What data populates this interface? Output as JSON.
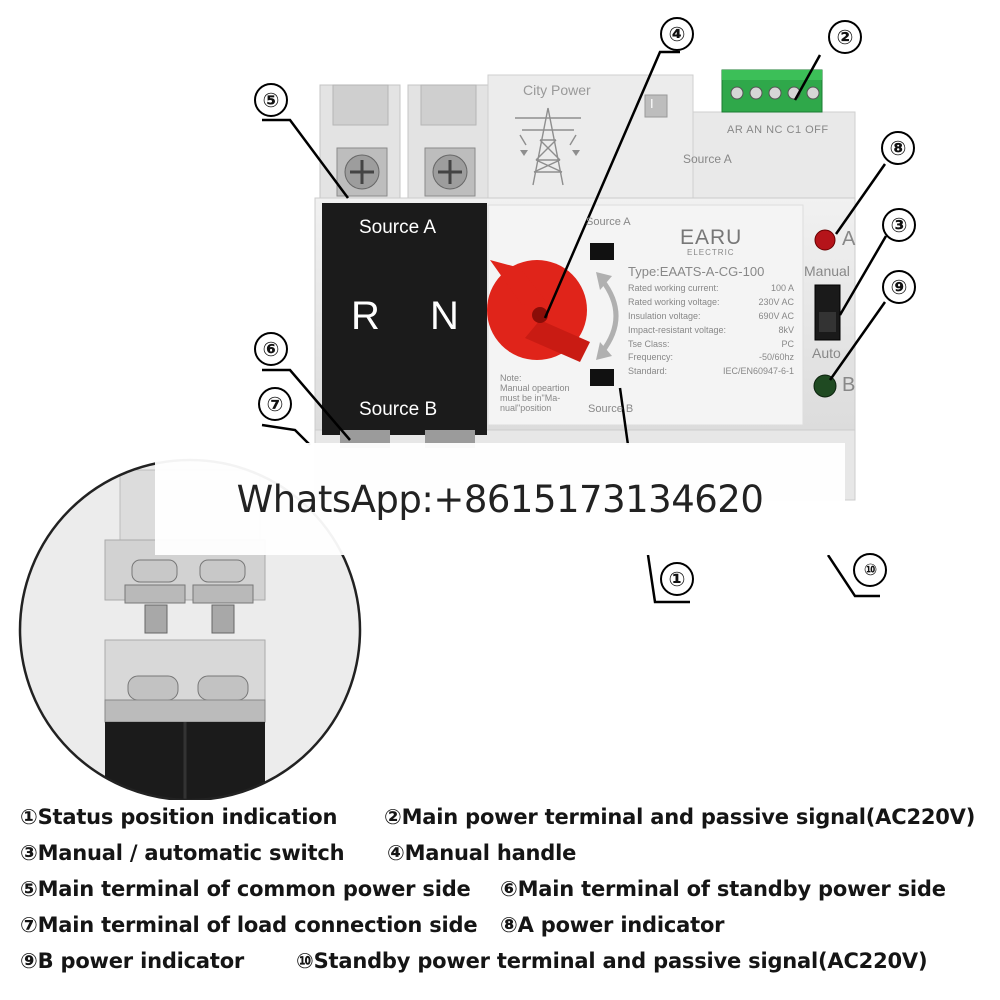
{
  "callouts": [
    "①",
    "②",
    "③",
    "④",
    "⑤",
    "⑥",
    "⑦",
    "⑧",
    "⑨",
    "⑩"
  ],
  "panel": {
    "city_power": "City Power",
    "roman_one": "I",
    "terminal_labels": "AR AN NC C1 OFF",
    "top_source_a": "Source A",
    "black_source_a": "Source A",
    "black_source_b": "Source B",
    "r": "R",
    "n": "N",
    "handle_source_a": "Source A",
    "handle_source_b": "Source B",
    "brand": "EARU",
    "brand_sub": "ELECTRIC",
    "type": "Type:EAATS-A-CG-100",
    "specs": [
      {
        "label": "Rated working current:",
        "value": "100   A"
      },
      {
        "label": "Rated working voltage:",
        "value": "230V AC"
      },
      {
        "label": "Insulation voltage:",
        "value": "690V AC"
      },
      {
        "label": "Impact-resistant voltage:",
        "value": "8kV"
      },
      {
        "label": "Tse Class:",
        "value": "PC"
      },
      {
        "label": "Frequency:",
        "value": "-50/60hz"
      },
      {
        "label": "Standard:",
        "value": "IEC/EN60947-6-1"
      }
    ],
    "note": [
      "Note:",
      "Manual opeartion",
      "must be in\"Ma-",
      "nual\"position"
    ],
    "indicator_a": "A",
    "indicator_b": "B",
    "manual": "Manual",
    "auto": "Auto"
  },
  "whatsapp": "WhatsApp:+8615173134620",
  "legend": [
    [
      "①Status position indication",
      "②Main power terminal and passive signal(AC220V)"
    ],
    [
      "③Manual / automatic switch",
      "④Manual handle"
    ],
    [
      "⑤Main terminal of common power side",
      "⑥Main terminal of standby power side"
    ],
    [
      "⑦Main terminal of load connection side",
      "⑧A power indicator"
    ],
    [
      "⑨B power indicator",
      "⑩Standby power terminal and passive signal(AC220V)"
    ]
  ],
  "colors": {
    "body": "#e6e6e6",
    "black_block": "#1b1b1b",
    "handle_red": "#e0241a",
    "terminal_green": "#2fa84a",
    "led_red": "#c0141a",
    "led_green": "#1f4a22"
  }
}
